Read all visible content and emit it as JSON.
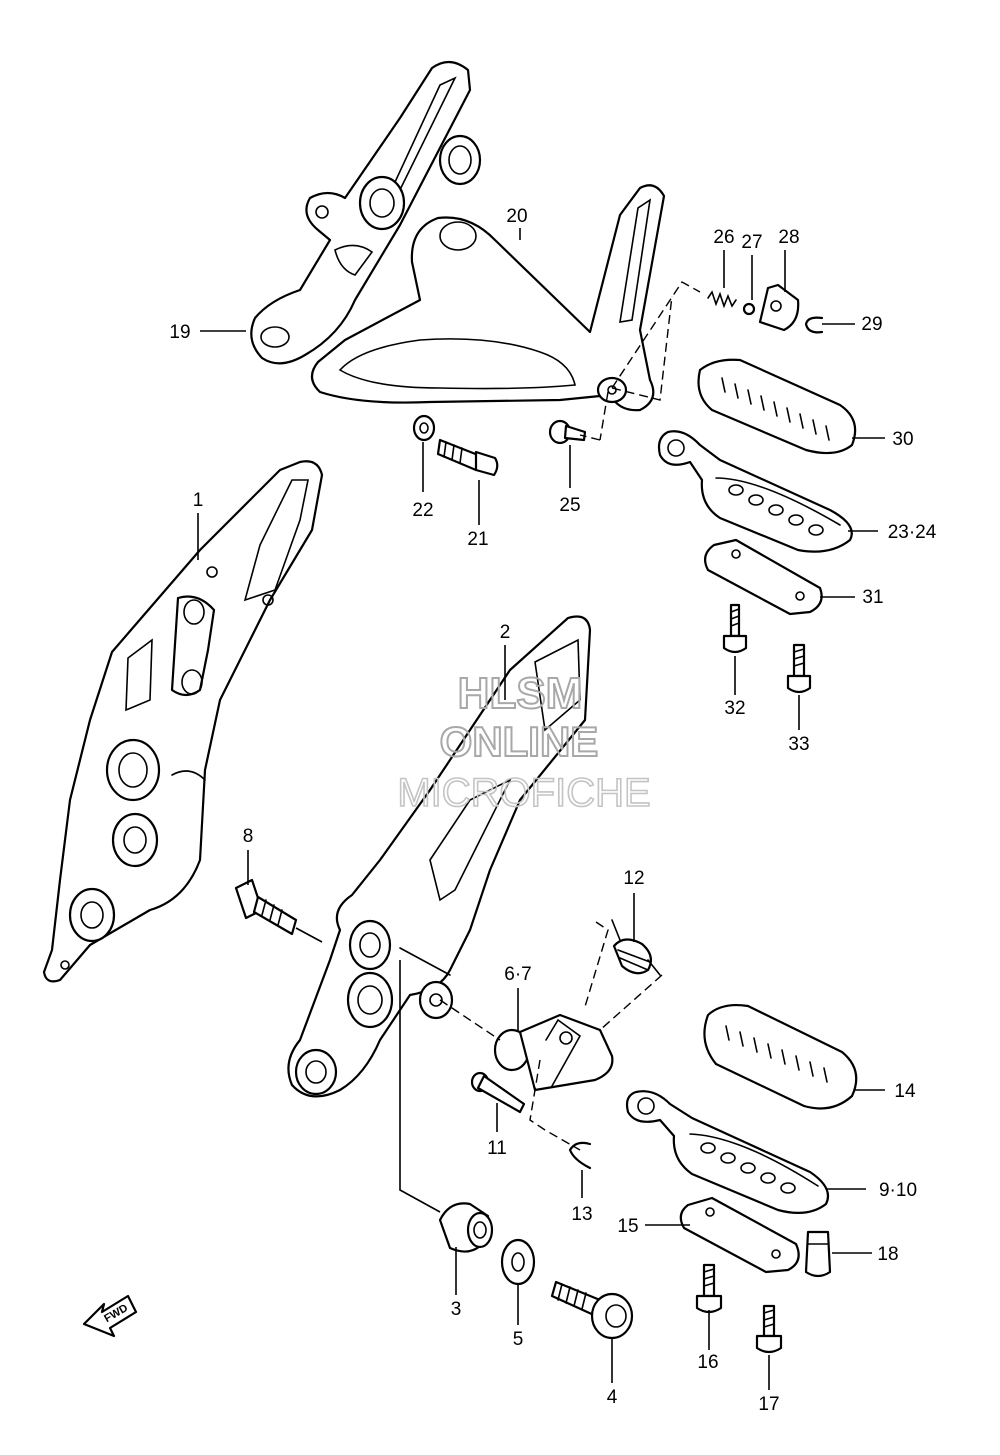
{
  "watermark": {
    "line1": "HLSM",
    "line2": "ONLINE",
    "line3": "MICROFICHE"
  },
  "fwd_label": "FWD",
  "callouts": [
    {
      "id": "1",
      "label": "1"
    },
    {
      "id": "2",
      "label": "2"
    },
    {
      "id": "3",
      "label": "3"
    },
    {
      "id": "4",
      "label": "4"
    },
    {
      "id": "5",
      "label": "5"
    },
    {
      "id": "6",
      "label": "6·7"
    },
    {
      "id": "8",
      "label": "8"
    },
    {
      "id": "9",
      "label": "9·10"
    },
    {
      "id": "11",
      "label": "11"
    },
    {
      "id": "12",
      "label": "12"
    },
    {
      "id": "13",
      "label": "13"
    },
    {
      "id": "14",
      "label": "14"
    },
    {
      "id": "15",
      "label": "15"
    },
    {
      "id": "16",
      "label": "16"
    },
    {
      "id": "17",
      "label": "17"
    },
    {
      "id": "18",
      "label": "18"
    },
    {
      "id": "19",
      "label": "19"
    },
    {
      "id": "20",
      "label": "20"
    },
    {
      "id": "21",
      "label": "21"
    },
    {
      "id": "22",
      "label": "22"
    },
    {
      "id": "23",
      "label": "23·24"
    },
    {
      "id": "25",
      "label": "25"
    },
    {
      "id": "26",
      "label": "26"
    },
    {
      "id": "27",
      "label": "27"
    },
    {
      "id": "28",
      "label": "28"
    },
    {
      "id": "29",
      "label": "29"
    },
    {
      "id": "30",
      "label": "30"
    },
    {
      "id": "31",
      "label": "31"
    },
    {
      "id": "32",
      "label": "32"
    },
    {
      "id": "33",
      "label": "33"
    }
  ]
}
